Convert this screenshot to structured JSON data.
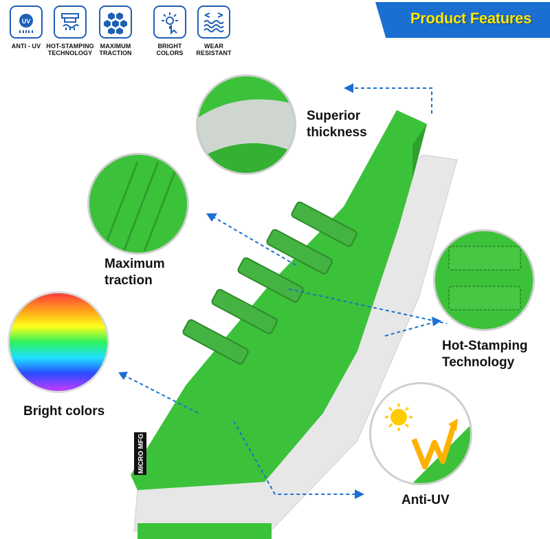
{
  "header": {
    "title": "Product Features"
  },
  "features": [
    {
      "label": "ANTI - UV",
      "icon": "uv-shield-icon"
    },
    {
      "label": "HOT-STAMPING TECHNOLOGY",
      "icon": "hot-stamping-icon"
    },
    {
      "label": "MAXIMUM TRACTION",
      "icon": "hexagon-grid-icon"
    },
    {
      "label": "BRIGHT COLORS",
      "icon": "touch-sparkle-icon"
    },
    {
      "label": "WEAR RESISTANT",
      "icon": "waves-icon"
    }
  ],
  "callouts": {
    "thickness": "Superior thickness",
    "traction": "Maximum traction",
    "hot_stamping": "Hot-Stamping Technology",
    "bright_colors": "Bright colors",
    "anti_uv": "Anti-UV"
  },
  "brand_logo": "MICRO MFG",
  "colors": {
    "accent_blue": "#1a6fd1",
    "banner_text": "#ffe600",
    "seat_green": "#3cc23a",
    "seat_white": "#e9e9e9"
  }
}
